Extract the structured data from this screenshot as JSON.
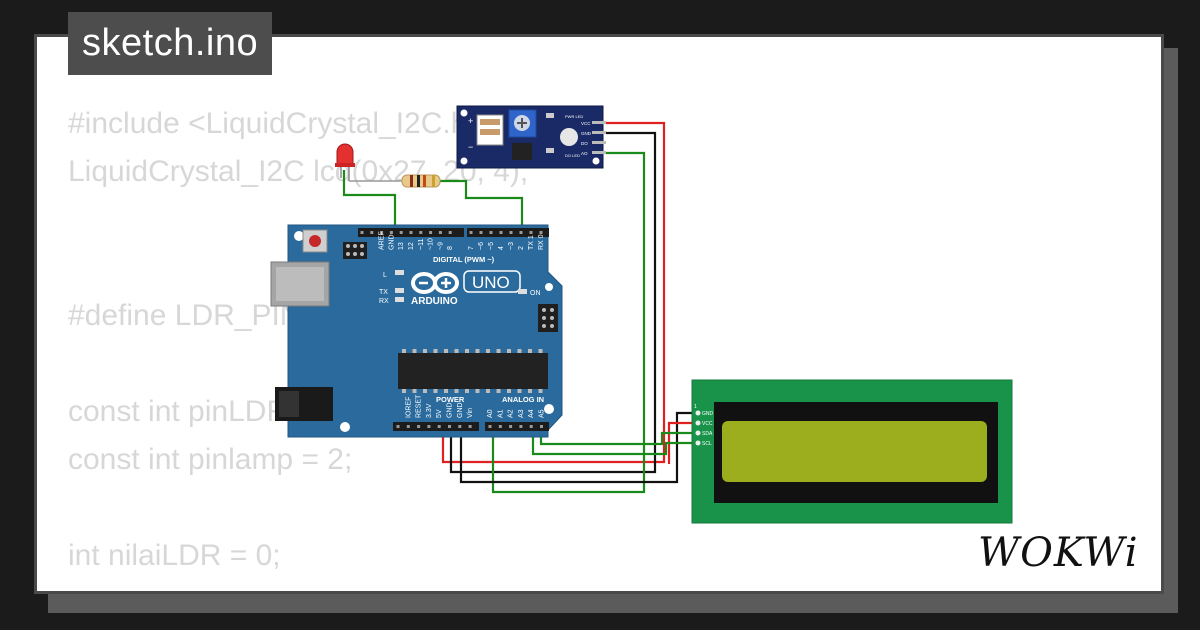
{
  "file_name": "sketch.ino",
  "code_lines": [
    "#include <LiquidCrystal_I2C.h>",
    "LiquidCrystal_I2C lcd(0x27, 20, 4);",
    "",
    "",
    "#define LDR_PIN A0",
    "",
    "const int pinLDR = A0;",
    "const int pinlamp = 2;",
    "",
    "int nilaiLDR = 0;"
  ],
  "arduino": {
    "model": "UNO",
    "brand": "ARDUINO",
    "digital_header": "DIGITAL (PWM ~)",
    "power_label": "POWER",
    "analog_label": "ANALOG IN",
    "on_label": "ON",
    "l_label": "L",
    "tx_label": "TX",
    "rx_label": "RX",
    "top_pins": [
      "AREF",
      "GND",
      "13",
      "12",
      "~11",
      "~10",
      "~9",
      "8",
      "7",
      "~6",
      "~5",
      "4",
      "~3",
      "2",
      "TX 1",
      "RX 0"
    ],
    "bottom_pins": [
      "IOREF",
      "RESET",
      "3.3V",
      "5V",
      "GND",
      "GND",
      "Vin",
      "A0",
      "A1",
      "A2",
      "A3",
      "A4",
      "A5"
    ]
  },
  "ldr_module": {
    "pins": [
      "VCC",
      "GND",
      "DO",
      "AO"
    ],
    "labels": [
      "PWR LED",
      "DO LED"
    ]
  },
  "lcd": {
    "pins": [
      "GND",
      "VCC",
      "SDA",
      "SCL"
    ],
    "pin1_label": "1"
  },
  "logo_text": "WOKWi",
  "colors": {
    "board": "#2a6a9d",
    "lcd_pcb": "#19934a",
    "lcd_screen": "#9cad1d",
    "wire_red": "#e02020",
    "wire_black": "#111111",
    "wire_green": "#1a8a1a"
  }
}
